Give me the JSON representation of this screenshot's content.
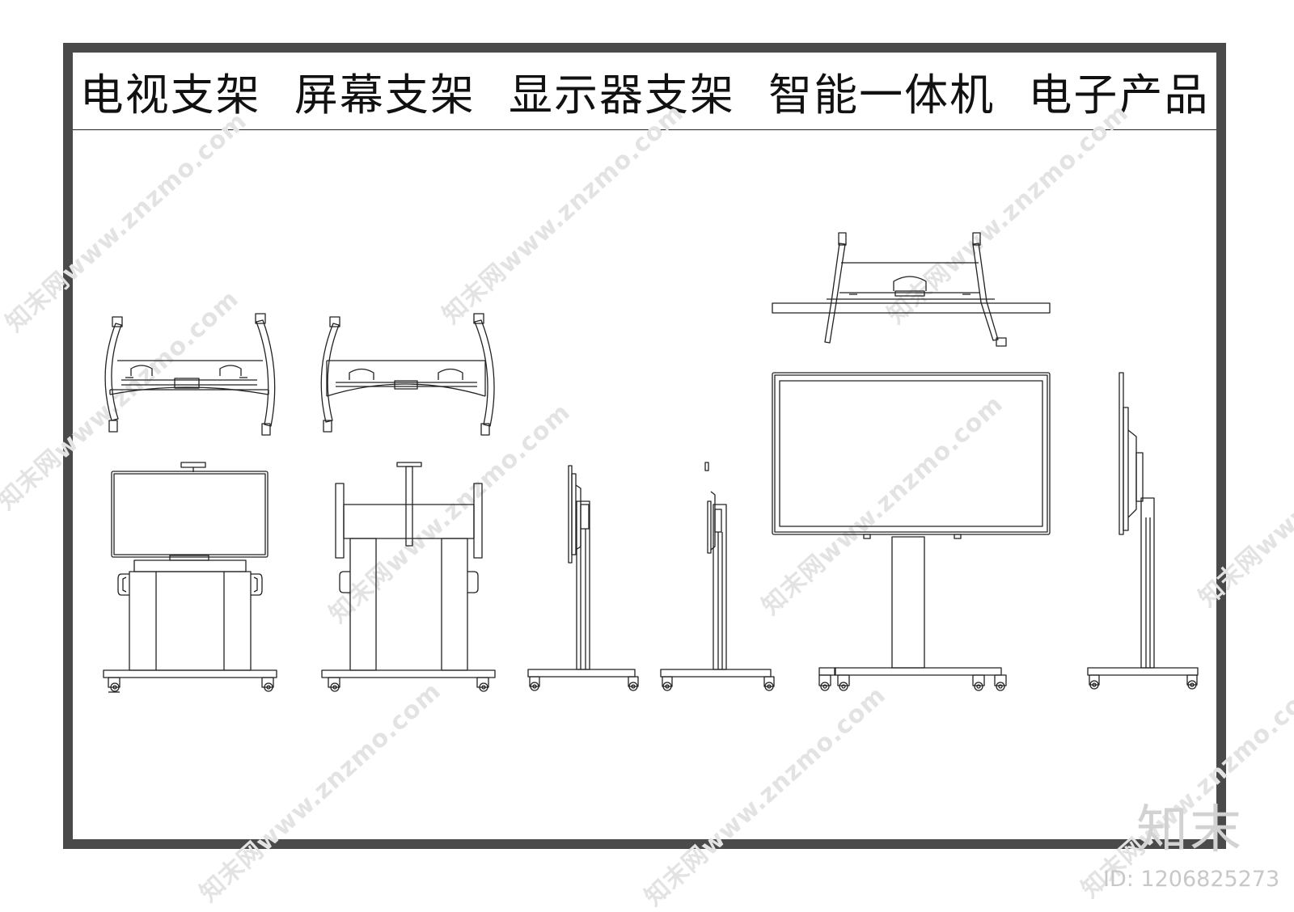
{
  "title": "电视支架 屏幕支架 显示器支架 智能一体机 电子产品",
  "watermark": "知末网www.znzmo.com",
  "logo": "知末",
  "image_id": "ID: 1206825273",
  "colors": {
    "frame": "#4a4a4a",
    "line": "#222222",
    "watermark": "#e3e3e3"
  }
}
